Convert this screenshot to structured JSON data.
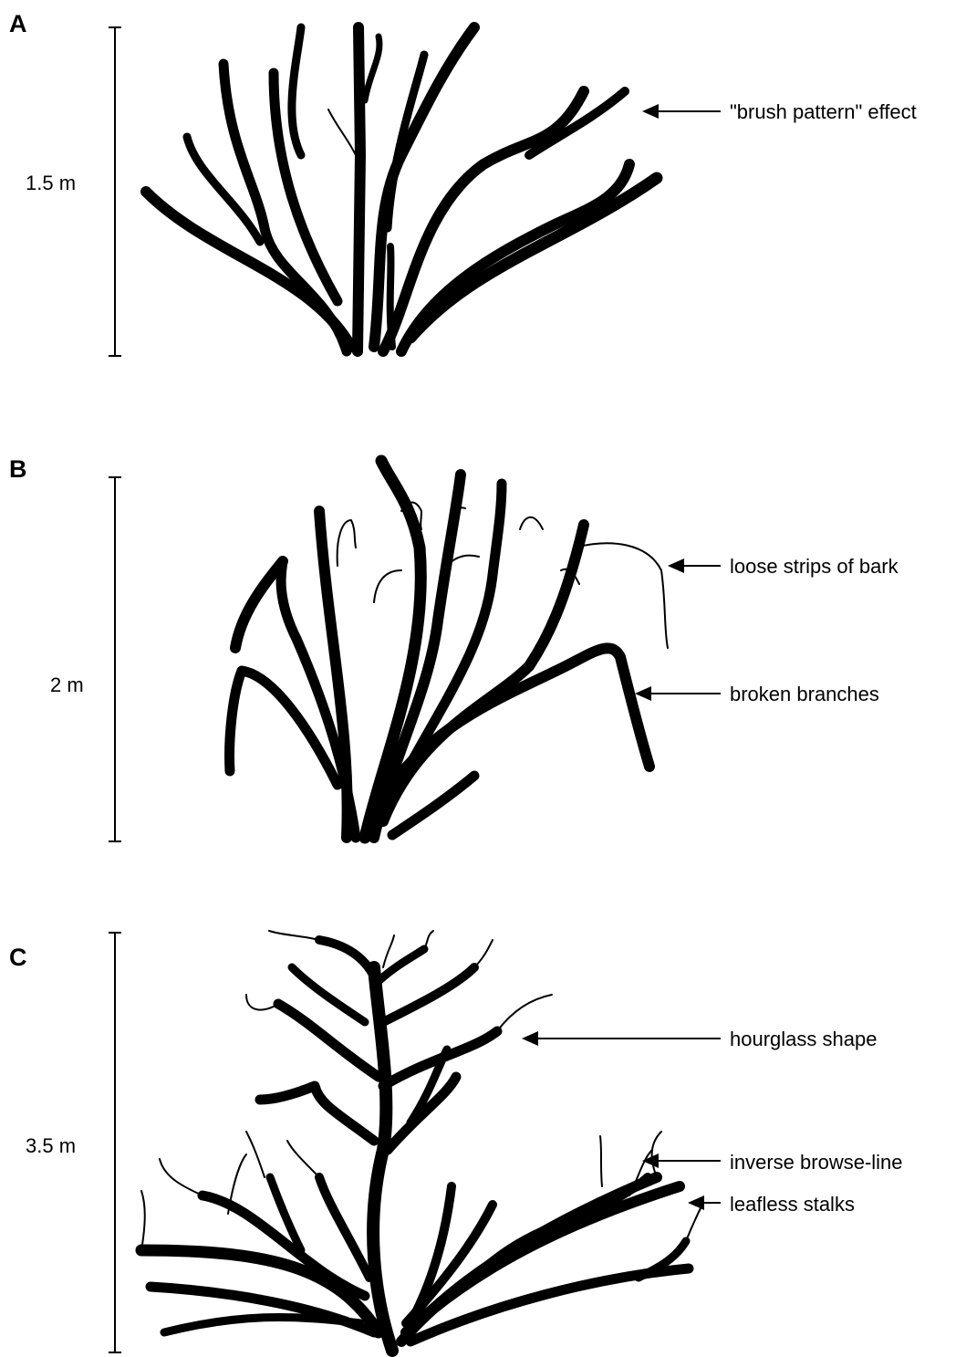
{
  "panels": [
    {
      "letter": "A",
      "scale_label": "1.5 m",
      "annotations": [
        "\"brush pattern\" effect"
      ]
    },
    {
      "letter": "B",
      "scale_label": "2 m",
      "annotations": [
        "loose strips of bark",
        "broken branches"
      ]
    },
    {
      "letter": "C",
      "scale_label": "3.5 m",
      "annotations": [
        "hourglass shape",
        "inverse browse-line",
        "leafless stalks"
      ]
    }
  ]
}
